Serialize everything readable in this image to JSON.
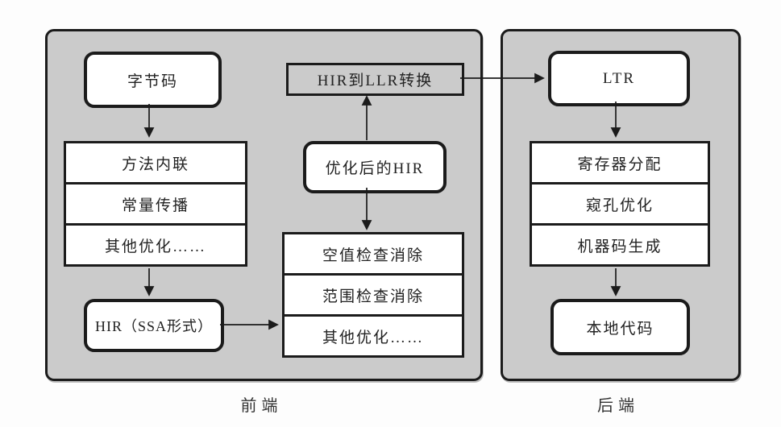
{
  "frontend": {
    "label": "前端",
    "nodes": {
      "bytecode": "字节码",
      "stack1": [
        "方法内联",
        "常量传播",
        "其他优化……"
      ],
      "hir_ssa": "HIR（SSA形式）",
      "hir_to_llr": "HIR到LLR转换",
      "optimized_hir": "优化后的HIR",
      "stack2": [
        "空值检查消除",
        "范围检查消除",
        "其他优化……"
      ]
    }
  },
  "backend": {
    "label": "后端",
    "nodes": {
      "ltr": "LTR",
      "stack": [
        "寄存器分配",
        "窥孔优化",
        "机器码生成"
      ],
      "native_code": "本地代码"
    }
  },
  "colors": {
    "container_fill": "#cbcbcb",
    "box_fill": "#ffffff",
    "line": "#1b1b1b",
    "page_bg": "#fdfdfd"
  }
}
